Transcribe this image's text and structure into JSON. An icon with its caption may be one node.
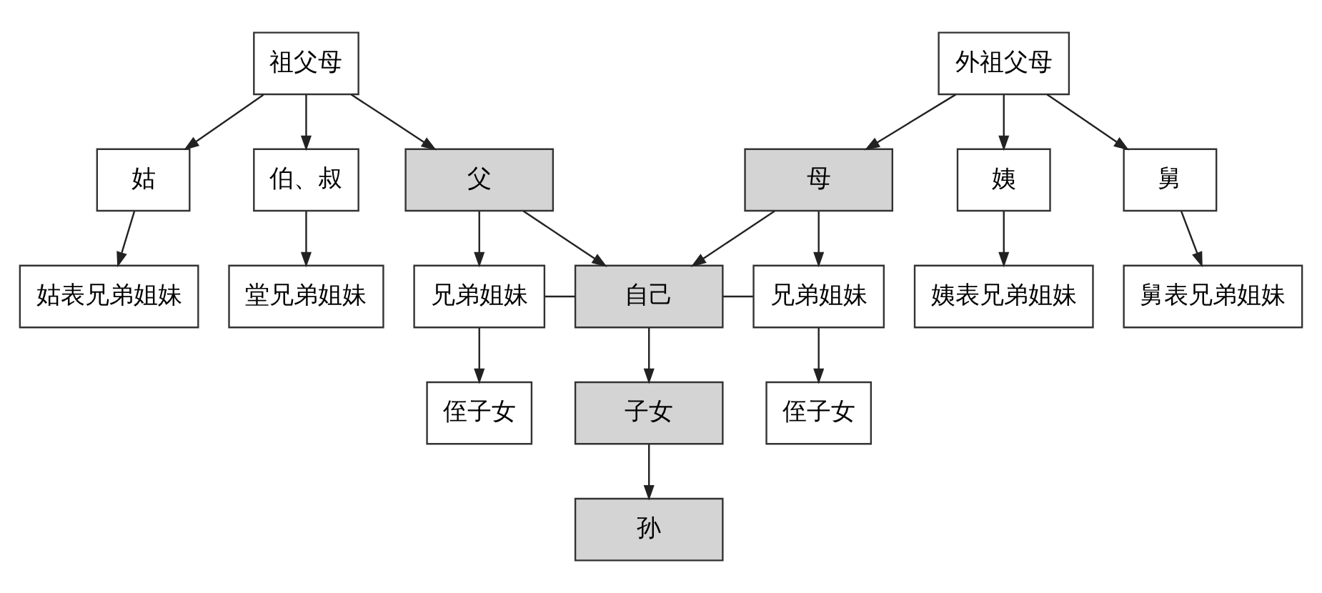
{
  "diagram": {
    "nodes": [
      {
        "text": [
          "祖父母"
        ]
      },
      {
        "text": [
          "外祖父母"
        ]
      },
      {
        "text": [
          "姑"
        ]
      },
      {
        "text": [
          "伯、叔"
        ]
      },
      {
        "text": [
          "父"
        ]
      },
      {
        "text": [
          "母"
        ]
      },
      {
        "text": [
          "姨"
        ]
      },
      {
        "text": [
          "舅"
        ]
      },
      {
        "text": [
          "姑表兄弟姐妹"
        ]
      },
      {
        "text": [
          "堂兄弟姐妹"
        ]
      },
      {
        "text": [
          "兄弟姐妹"
        ]
      },
      {
        "text": [
          "自己"
        ]
      },
      {
        "text": [
          "兄弟姐妹"
        ]
      },
      {
        "text": [
          "姨表兄弟姐妹"
        ]
      },
      {
        "text": [
          "舅表兄弟姐妹"
        ]
      },
      {
        "text": [
          "侄子女"
        ]
      },
      {
        "text": [
          "子女"
        ]
      },
      {
        "text": [
          "侄子女"
        ]
      },
      {
        "text": [
          "孙"
        ]
      }
    ],
    "edges": [
      {
        "from": 0,
        "to": 2,
        "arrow": "to"
      },
      {
        "from": 0,
        "to": 3,
        "arrow": "to"
      },
      {
        "from": 0,
        "to": 4,
        "arrow": "to"
      },
      {
        "from": 1,
        "to": 5,
        "arrow": "to"
      },
      {
        "from": 1,
        "to": 6,
        "arrow": "to"
      },
      {
        "from": 1,
        "to": 7,
        "arrow": "to"
      },
      {
        "from": 2,
        "to": 8,
        "arrow": "to"
      },
      {
        "from": 3,
        "to": 9,
        "arrow": "to"
      },
      {
        "from": 4,
        "to": 10,
        "arrow": "to"
      },
      {
        "from": 4,
        "to": 11,
        "arrow": "to"
      },
      {
        "from": 5,
        "to": 11,
        "arrow": "to"
      },
      {
        "from": 5,
        "to": 12,
        "arrow": "to"
      },
      {
        "from": 6,
        "to": 13,
        "arrow": "to"
      },
      {
        "from": 7,
        "to": 14,
        "arrow": "to"
      },
      {
        "from": 10,
        "to": 11,
        "arrow": "none"
      },
      {
        "from": 11,
        "to": 12,
        "arrow": "none"
      },
      {
        "from": 10,
        "to": 15,
        "arrow": "to"
      },
      {
        "from": 11,
        "to": 16,
        "arrow": "to"
      },
      {
        "from": 12,
        "to": 17,
        "arrow": "to"
      },
      {
        "from": 16,
        "to": 18,
        "arrow": "to"
      }
    ]
  }
}
